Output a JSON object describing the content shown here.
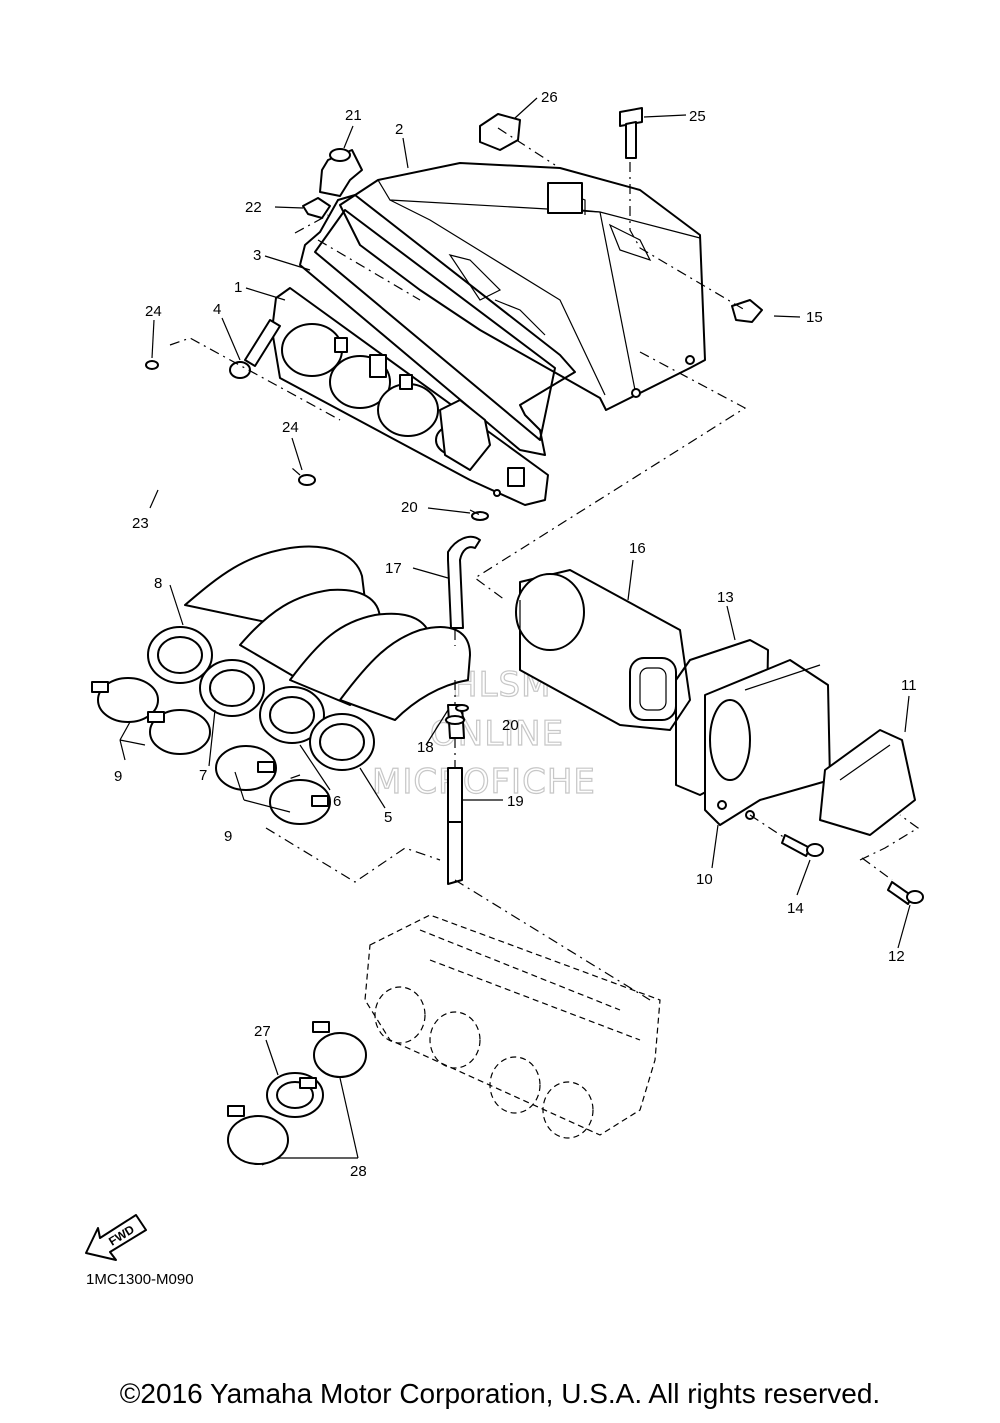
{
  "callouts": {
    "p1": "1",
    "p2": "2",
    "p3": "3",
    "p4": "4",
    "p5": "5",
    "p6": "6",
    "p7": "7",
    "p8": "8",
    "p9a": "9",
    "p9b": "9",
    "p10": "10",
    "p11": "11",
    "p12": "12",
    "p13": "13",
    "p14": "14",
    "p15": "15",
    "p16": "16",
    "p17": "17",
    "p18": "18",
    "p19": "19",
    "p20a": "20",
    "p20b": "20",
    "p21": "21",
    "p22": "22",
    "p23": "23",
    "p24a": "24",
    "p24b": "24",
    "p25": "25",
    "p26": "26",
    "p27": "27",
    "p28": "28"
  },
  "watermark": {
    "line1": "HLSM",
    "line2": "ONLINE",
    "line3": "MICROFICHE"
  },
  "fwd_label": "FWD",
  "diagram_code": "1MC1300-M090",
  "copyright": "©2016 Yamaha Motor Corporation, U.S.A. All rights reserved."
}
